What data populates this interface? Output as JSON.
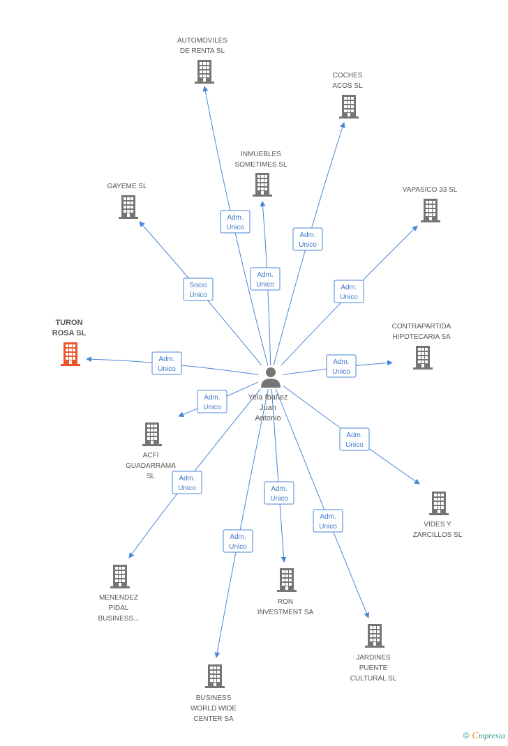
{
  "colors": {
    "edge": "#4a86d8",
    "company": "#757575",
    "highlight": "#e9562e",
    "person": "#757575"
  },
  "person": {
    "lines": [
      "Yela Ibañez",
      "Juan",
      "Antonio"
    ],
    "icon": "person-icon"
  },
  "companies": [
    {
      "id": "automoviles",
      "lines": [
        "AUTOMOVILES",
        "DE RENTA SL"
      ],
      "role": [
        "Adm.",
        "Unico"
      ],
      "highlight": false
    },
    {
      "id": "coches",
      "lines": [
        "COCHES",
        "ACOS SL"
      ],
      "role": [
        "Adm.",
        "Unico"
      ],
      "highlight": false
    },
    {
      "id": "inmuebles",
      "lines": [
        "INMUEBLES",
        "SOMETIMES SL"
      ],
      "role": [
        "Adm.",
        "Unico"
      ],
      "highlight": false
    },
    {
      "id": "gayeme",
      "lines": [
        "GAYEME SL"
      ],
      "role": [
        "Socio",
        "Único"
      ],
      "highlight": false
    },
    {
      "id": "vapasico",
      "lines": [
        "VAPASICO 33 SL"
      ],
      "role": [
        "Adm.",
        "Unico"
      ],
      "highlight": false
    },
    {
      "id": "turon",
      "lines": [
        "TURON",
        "ROSA SL"
      ],
      "role": [
        "Adm.",
        "Unico"
      ],
      "highlight": true
    },
    {
      "id": "contrapartida",
      "lines": [
        "CONTRAPARTIDA",
        "HIPOTECARIA SA"
      ],
      "role": [
        "Adm.",
        "Unico"
      ],
      "highlight": false
    },
    {
      "id": "acfi",
      "lines": [
        "ACFI",
        "GUADARRAMA",
        "SL"
      ],
      "role": [
        "Adm.",
        "Unico"
      ],
      "highlight": false
    },
    {
      "id": "vides",
      "lines": [
        "VIDES Y",
        "ZARCILLOS SL"
      ],
      "role": [
        "Adm.",
        "Unico"
      ],
      "highlight": false
    },
    {
      "id": "menendez",
      "lines": [
        "MENENDEZ",
        "PIDAL",
        "BUSINESS..."
      ],
      "role": [
        "Adm.",
        "Unico"
      ],
      "highlight": false
    },
    {
      "id": "ron",
      "lines": [
        "RON",
        "INVESTMENT SA"
      ],
      "role": [
        "Adm.",
        "Unico"
      ],
      "highlight": false
    },
    {
      "id": "jardines",
      "lines": [
        "JARDINES",
        "PUENTE",
        "CULTURAL SL"
      ],
      "role": [
        "Adm.",
        "Unico"
      ],
      "highlight": false
    },
    {
      "id": "business",
      "lines": [
        "BUSINESS",
        "WORLD WIDE",
        "CENTER SA"
      ],
      "role": [
        "Adm.",
        "Unico"
      ],
      "highlight": false
    }
  ],
  "footer": {
    "copyright": "©",
    "brand_first": "C",
    "brand_rest": "mpresia"
  }
}
